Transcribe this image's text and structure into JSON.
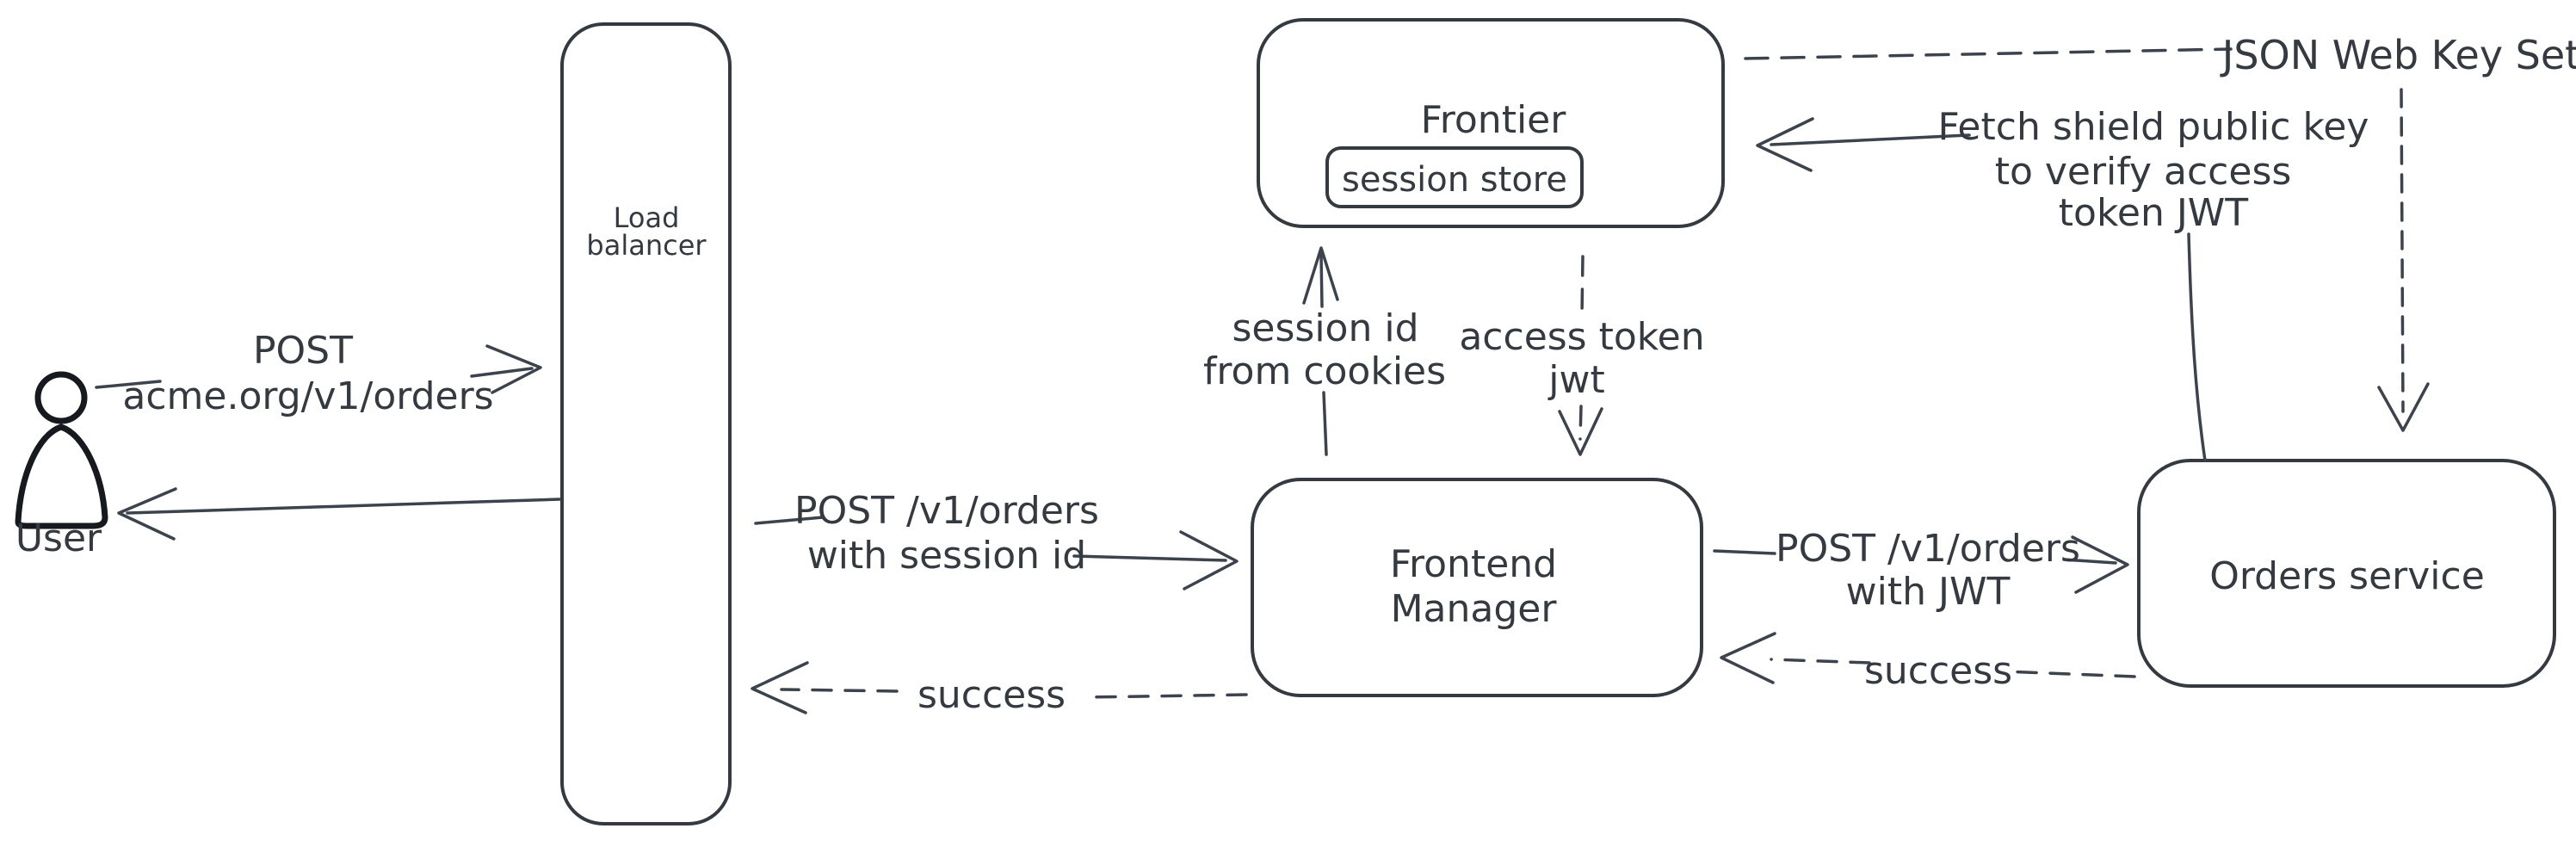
{
  "diagram": {
    "background": "#ffffff",
    "stroke_color": "#343a40",
    "arrow_color": "#3d434c",
    "text_color": "#343a40",
    "user_icon_color": "#16191d",
    "crosshatch_color": "#c3cdd6"
  },
  "nodes": {
    "user": {
      "label": "User"
    },
    "load_balancer": {
      "lines": [
        "Load",
        "balancer"
      ]
    },
    "frontier": {
      "label": "Frontier"
    },
    "session_store": {
      "label": "session store"
    },
    "frontend_manager": {
      "lines": [
        "Frontend",
        "Manager"
      ]
    },
    "orders_service": {
      "label": "Orders service"
    }
  },
  "edges": {
    "user_to_lb": {
      "style": "solid",
      "lines": [
        "POST",
        "acme.org/v1/orders"
      ]
    },
    "lb_to_user": {
      "style": "solid"
    },
    "lb_to_fm": {
      "style": "solid",
      "lines": [
        "POST /v1/orders",
        "with session id"
      ]
    },
    "fm_to_lb": {
      "style": "dashed",
      "label": "success"
    },
    "fm_to_frontier": {
      "style": "solid",
      "lines": [
        "session id",
        "from cookies"
      ]
    },
    "frontier_to_fm": {
      "style": "dashed",
      "lines": [
        "access token",
        "jwt"
      ]
    },
    "fm_to_orders": {
      "style": "solid",
      "lines": [
        "POST /v1/orders",
        "with JWT"
      ]
    },
    "orders_to_fm": {
      "style": "dashed",
      "label": "success"
    },
    "frontier_to_jwks": {
      "style": "dashed",
      "label": "JSON Web Key Set"
    },
    "jwks_to_orders": {
      "style": "dashed"
    },
    "orders_to_frontier": {
      "style": "solid",
      "lines": [
        "Fetch shield public key",
        "to verify access",
        "token JWT"
      ]
    }
  }
}
